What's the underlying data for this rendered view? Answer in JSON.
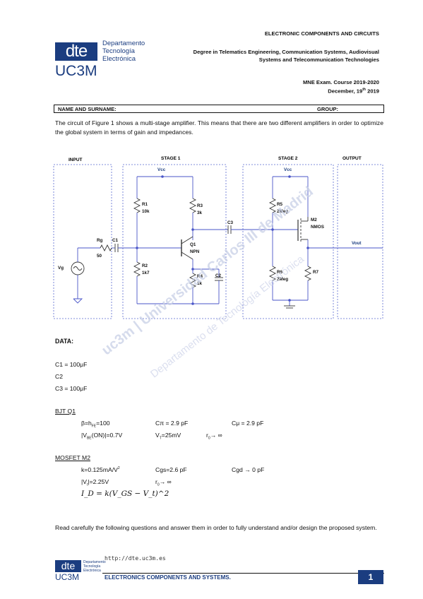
{
  "header": {
    "course": "ELECTRONIC COMPONENTS AND CIRCUITS",
    "degree_line1": "Degree in Telematics Engineering, Communication Systems, Audiovisual",
    "degree_line2": "Systems and Telecommunication Technologies",
    "exam": "MNE Exam. Course 2019-2020",
    "date_pre": "December, 19",
    "date_sup": "th",
    "date_post": " 2019"
  },
  "logo": {
    "mark": "dte",
    "uni": "UC3M",
    "dept_lines": [
      "Departamento",
      "Tecnología",
      "Electrónica"
    ]
  },
  "name_bar": {
    "name": "NAME AND SURNAME:",
    "group": "GROUP:"
  },
  "intro": "The circuit of Figure 1 shows a multi-stage amplifier. This means that there are two different amplifiers in order to optimize the global system in terms of gain and impedances.",
  "circuit": {
    "sections": {
      "input": "INPUT",
      "stage1": "STAGE 1",
      "stage2": "STAGE 2",
      "output": "OUTPUT"
    },
    "vcc": "Vcc",
    "r1": [
      "R1",
      "10k"
    ],
    "r2": [
      "R2",
      "1k7"
    ],
    "r3": [
      "R3",
      "3k"
    ],
    "r4": [
      "R4",
      "1k"
    ],
    "r5": [
      "R5",
      "2Meg"
    ],
    "r6": [
      "R6",
      "2Meg"
    ],
    "r7": "R7",
    "rg": [
      "Rg",
      "50"
    ],
    "vg": "Vg",
    "c1": "C1",
    "c2": "C2",
    "c3": "C3",
    "q1": [
      "Q1",
      "NPN"
    ],
    "m2": [
      "M2",
      "NMOS"
    ],
    "vout": "Vout"
  },
  "data_title": "DATA:",
  "caps": [
    "C1 = 100μF",
    "C2",
    "C3 = 100μF"
  ],
  "bjt": {
    "title": "BJT Q1",
    "beta": "β=h",
    "beta_sub": "FE",
    "beta_val": "=100",
    "cpi": "Cπ = 2.9 pF",
    "cmu": "Cμ = 2.9 pF",
    "vbe": "|V",
    "vbe_sub": "BE",
    "vbe_val": "(ON)|=0.7V",
    "vt": "V",
    "vt_sub": "T",
    "vt_val": "=25mV",
    "ro": "r",
    "ro_sub": "0",
    "ro_val": "→ ∞"
  },
  "mosfet": {
    "title": "MOSFET M2",
    "k": "k=0.125mA/V",
    "k_sup": "2",
    "cgs": "Cgs=2.6 pF",
    "cgd": "Cgd → 0 pF",
    "vt": "|V",
    "vt_sub": "t",
    "vt_val": "|=2.25V",
    "ro": "r",
    "ro_sub": "0",
    "ro_val": "→ ∞",
    "eq": "I_D = k(V_GS − V_t)^2"
  },
  "closing": "Read carefully the following questions and answer them in order to fully understand and/or design the proposed system.",
  "footer": {
    "url": "http://dte.uc3m.es",
    "title": "ELECTRONICS COMPONENTS AND SYSTEMS.",
    "page": "1",
    "logo_mark": "dte",
    "logo_uni": "UC3M",
    "dept_lines": [
      "Departamento",
      "Tecnología",
      "Electrónica"
    ]
  },
  "watermark": {
    "line1": "uc3m | Universidad Carlos III de Madrid",
    "line2": "Departamento de Tecnología Electrónica"
  },
  "colors": {
    "brand": "#1b3d80",
    "wire": "#4a56c8",
    "dash": "#5a6ad0"
  }
}
